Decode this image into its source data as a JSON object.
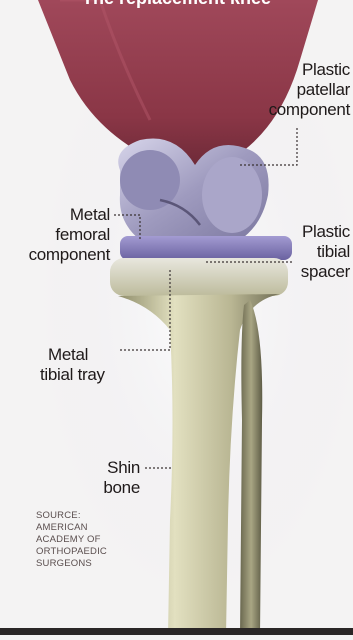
{
  "title": "The replacement knee",
  "labels": {
    "patellar": [
      "Plastic",
      "patellar",
      "component"
    ],
    "femoral": [
      "Metal",
      "femoral",
      "component"
    ],
    "spacer": [
      "Plastic",
      "tibial",
      "spacer"
    ],
    "tray": [
      "Metal",
      "tibial tray"
    ],
    "shin": [
      "Shin",
      "bone"
    ]
  },
  "source": [
    "SOURCE:",
    "AMERICAN",
    "ACADEMY OF",
    "ORTHOPAEDIC",
    "SURGEONS"
  ],
  "colors": {
    "muscle": "#8d3a48",
    "bone": "#c9c7a0",
    "metal": "#aeaac8",
    "spacer": "#7f76b5",
    "text": "#1f1a1a"
  }
}
